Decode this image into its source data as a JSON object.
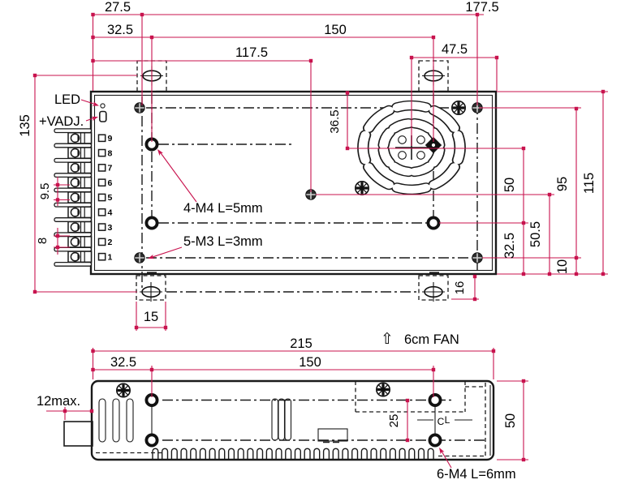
{
  "meta": {
    "type": "technical-dimension-drawing",
    "units": "mm",
    "subject": "enclosed switching power supply - mechanical drawing, top view and side view"
  },
  "colors": {
    "dimension_line": "#c8134e",
    "drawing_line": "#1a1a1a",
    "background": "#ffffff"
  },
  "top_view": {
    "dim_27_5": "27.5",
    "dim_177_5": "177.5",
    "dim_32_5": "32.5",
    "dim_150": "150",
    "dim_117_5": "117.5",
    "dim_47_5": "47.5",
    "dim_135": "135",
    "dim_9_5": "9.5",
    "dim_8": "8",
    "dim_36_5": "36.5",
    "dim_50": "50",
    "dim_32_5_right": "32.5",
    "dim_50_5": "50.5",
    "dim_95": "95",
    "dim_10": "10",
    "dim_115": "115",
    "dim_15": "15",
    "dim_16": "16",
    "label_led": "LED",
    "label_vadj": "+VADJ.",
    "label_m4": "4-M4 L=5mm",
    "label_m3": "5-M3 L=3mm",
    "terminals": [
      "9",
      "8",
      "7",
      "6",
      "5",
      "4",
      "3",
      "2",
      "1"
    ]
  },
  "side_view": {
    "dim_215": "215",
    "dim_150": "150",
    "dim_32_5": "32.5",
    "dim_12max": "12max.",
    "dim_25": "25",
    "dim_50": "50",
    "label_fan_arrow": "⇧",
    "label_fan": "6cm FAN",
    "label_m4": "6-M4 L=6mm",
    "centerline_c": "C",
    "centerline_l": "L"
  }
}
